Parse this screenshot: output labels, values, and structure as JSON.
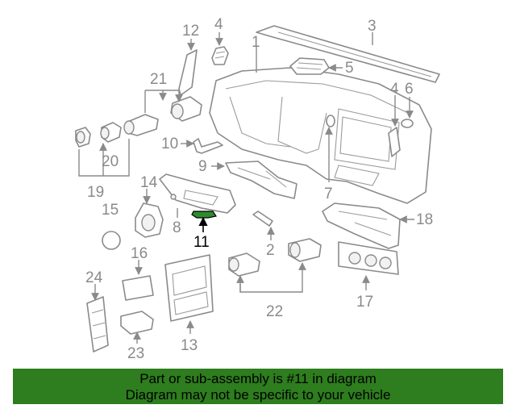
{
  "highlight_part": "11",
  "colors": {
    "banner": "#2e7d1e",
    "highlight_part": "#2e8b2e",
    "line": "#8a8a8a"
  },
  "labels": {
    "p1": "1",
    "p2": "2",
    "p3": "3",
    "p4a": "4",
    "p4b": "4",
    "p5": "5",
    "p6": "6",
    "p7": "7",
    "p8": "8",
    "p9": "9",
    "p10": "10",
    "p11": "11",
    "p12": "12",
    "p13": "13",
    "p14": "14",
    "p15": "15",
    "p16": "16",
    "p17": "17",
    "p18": "18",
    "p19": "19",
    "p20": "20",
    "p21": "21",
    "p22": "22",
    "p23": "23",
    "p24": "24"
  },
  "banner": {
    "line1": "Part or sub-assembly is #11 in diagram",
    "line2": "Diagram may not be specific to your vehicle"
  }
}
